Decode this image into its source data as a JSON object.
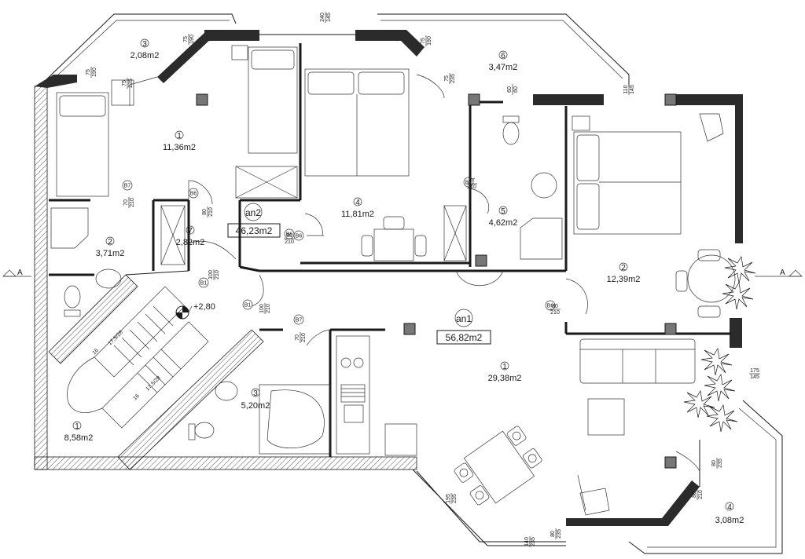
{
  "units": [
    {
      "code": "an1",
      "total": "56,82m2"
    },
    {
      "code": "an2",
      "total": "46,23m2"
    }
  ],
  "rooms": [
    {
      "id": "an2-1",
      "number": "1",
      "area": "11,36m2"
    },
    {
      "id": "an2-2",
      "number": "2",
      "area": "3,71m2"
    },
    {
      "id": "an2-3",
      "number": "3",
      "area": "2,08m2"
    },
    {
      "id": "an2-4",
      "number": "4",
      "area": "11,81m2"
    },
    {
      "id": "an2-5",
      "number": "5",
      "area": "4,62m2"
    },
    {
      "id": "an2-6",
      "number": "6",
      "area": "3,47m2"
    },
    {
      "id": "an2-7",
      "number": "7",
      "area": "2,82m2"
    },
    {
      "id": "an1-1",
      "number": "1",
      "area": "29,38m2"
    },
    {
      "id": "an1-2",
      "number": "2",
      "area": "12,39m2"
    },
    {
      "id": "an1-3",
      "number": "3",
      "area": "5,20m2"
    },
    {
      "id": "an1-4",
      "number": "4",
      "area": "3,08m2"
    },
    {
      "id": "stair",
      "number": "1",
      "area": "8,58m2"
    }
  ],
  "elevation": "+2,80",
  "section": {
    "left": "A",
    "right": "A"
  },
  "stairs": {
    "upper_left": "16",
    "upper_right": "17,5/28",
    "lower_left": "16",
    "lower_right": "17,5/28"
  },
  "dims": [
    {
      "id": "d1",
      "top": "240",
      "bottom": "145"
    },
    {
      "id": "d2",
      "top": "75",
      "bottom": "190"
    },
    {
      "id": "d3",
      "top": "75",
      "bottom": "190"
    },
    {
      "id": "d4",
      "top": "75",
      "bottom": "235"
    },
    {
      "id": "d5",
      "top": "75",
      "bottom": "190"
    },
    {
      "id": "d6",
      "top": "75",
      "bottom": "235"
    },
    {
      "id": "d7",
      "top": "60",
      "bottom": "60"
    },
    {
      "id": "d8",
      "top": "110",
      "bottom": "145"
    },
    {
      "id": "d9",
      "top": "70",
      "bottom": "210"
    },
    {
      "id": "d10",
      "top": "80",
      "bottom": "210"
    },
    {
      "id": "d11",
      "top": "87",
      "bottom": "210"
    },
    {
      "id": "d12",
      "top": "80",
      "bottom": "210"
    },
    {
      "id": "d13",
      "top": "100",
      "bottom": "210"
    },
    {
      "id": "d14",
      "top": "100",
      "bottom": "210"
    },
    {
      "id": "d15",
      "top": "70",
      "bottom": "210"
    },
    {
      "id": "d16",
      "top": "80",
      "bottom": "210"
    },
    {
      "id": "d17",
      "top": "175",
      "bottom": "145"
    },
    {
      "id": "d18",
      "top": "80",
      "bottom": "235"
    },
    {
      "id": "d19",
      "top": "195",
      "bottom": "235"
    },
    {
      "id": "d20",
      "top": "140",
      "bottom": "235"
    },
    {
      "id": "d21",
      "top": "80",
      "bottom": "235"
    },
    {
      "id": "d22",
      "top": "80",
      "bottom": "210"
    }
  ],
  "door_tags": [
    {
      "id": "t1",
      "text": "B6"
    },
    {
      "id": "t2",
      "text": "B6"
    },
    {
      "id": "t3",
      "text": "B7"
    },
    {
      "id": "t4",
      "text": "B7"
    },
    {
      "id": "t5",
      "text": "B1"
    },
    {
      "id": "t6",
      "text": "B1"
    },
    {
      "id": "t7",
      "text": "B6"
    },
    {
      "id": "t8",
      "text": "B7"
    },
    {
      "id": "t9",
      "text": "B6"
    }
  ]
}
